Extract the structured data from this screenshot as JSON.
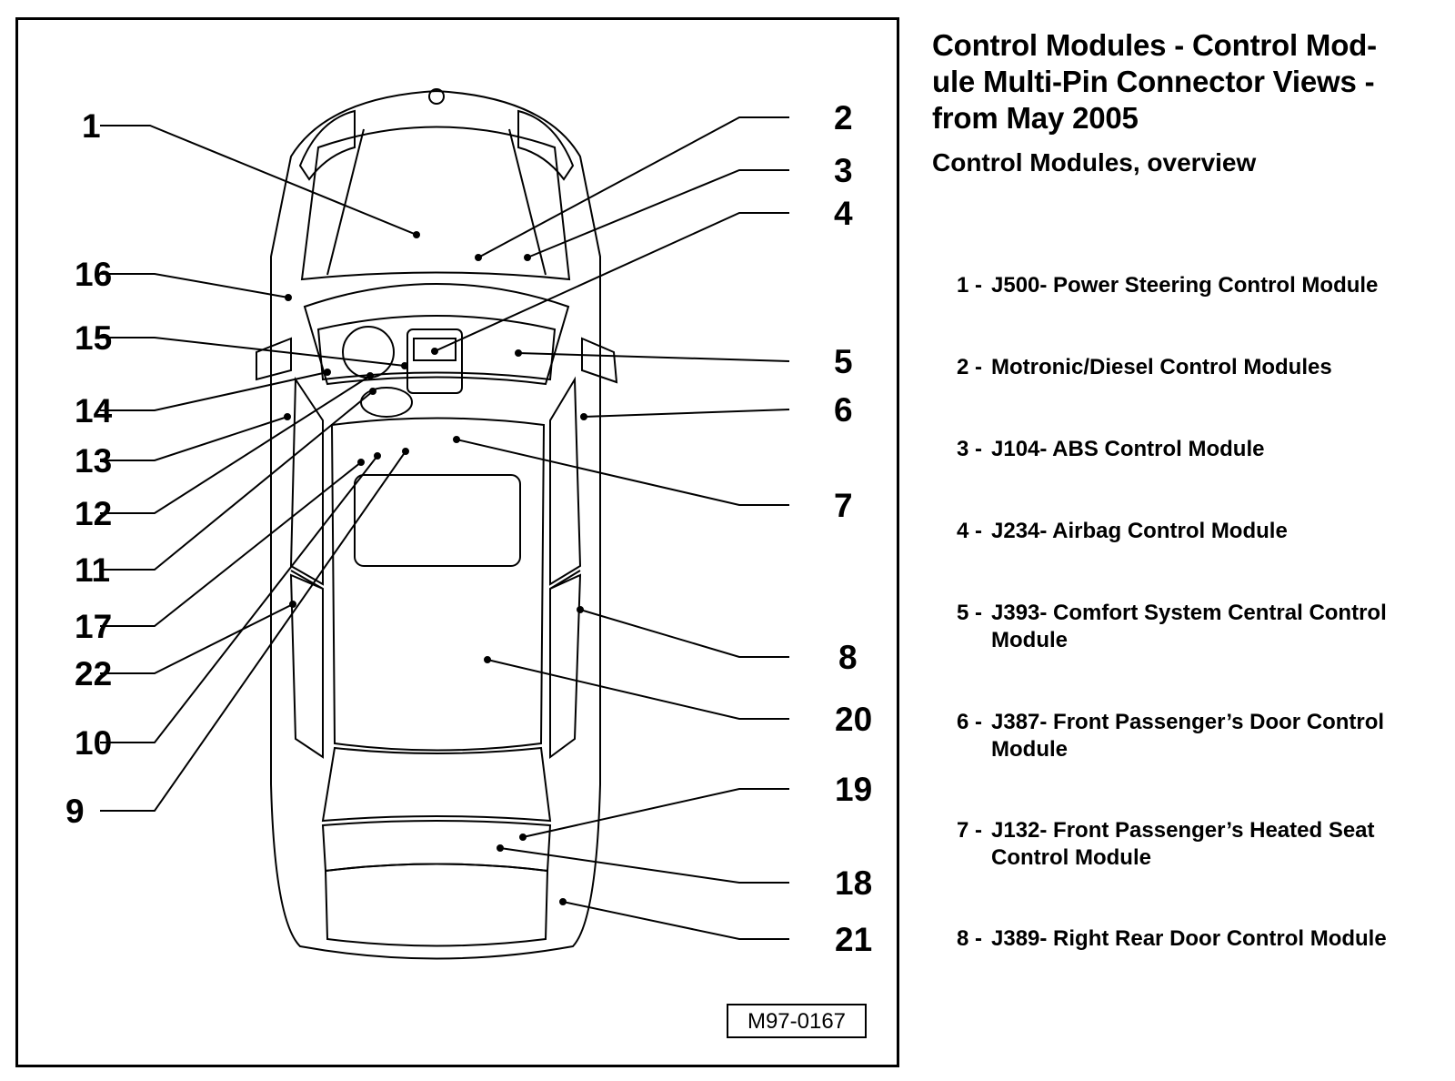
{
  "header": {
    "title_lines": [
      "Control Modules - Control Mod-",
      "ule Multi-Pin Connector Views -",
      "from May 2005"
    ],
    "subtitle": "Control Modules, overview"
  },
  "figure": {
    "id": "M97-0167",
    "callouts": [
      "1",
      "2",
      "3",
      "4",
      "5",
      "6",
      "7",
      "8",
      "9",
      "10",
      "11",
      "12",
      "13",
      "14",
      "15",
      "16",
      "17",
      "18",
      "19",
      "20",
      "21",
      "22"
    ]
  },
  "legend": [
    {
      "num": "1 -",
      "lines": [
        "J500- Power Steering Control Module"
      ]
    },
    {
      "num": "2 -",
      "lines": [
        "Motronic/Diesel Control Modules"
      ]
    },
    {
      "num": "3 -",
      "lines": [
        "J104- ABS Control Module"
      ]
    },
    {
      "num": "4 -",
      "lines": [
        "J234- Airbag Control Module"
      ]
    },
    {
      "num": "5 -",
      "lines": [
        "J393- Comfort System Central Control",
        "Module"
      ]
    },
    {
      "num": "6 -",
      "lines": [
        "J387- Front Passenger’s Door Control",
        "Module"
      ]
    },
    {
      "num": "7 -",
      "lines": [
        "J132- Front Passenger’s Heated Seat",
        "Control Module"
      ]
    },
    {
      "num": "8 -",
      "lines": [
        "J389- Right Rear Door Control Module"
      ]
    }
  ]
}
